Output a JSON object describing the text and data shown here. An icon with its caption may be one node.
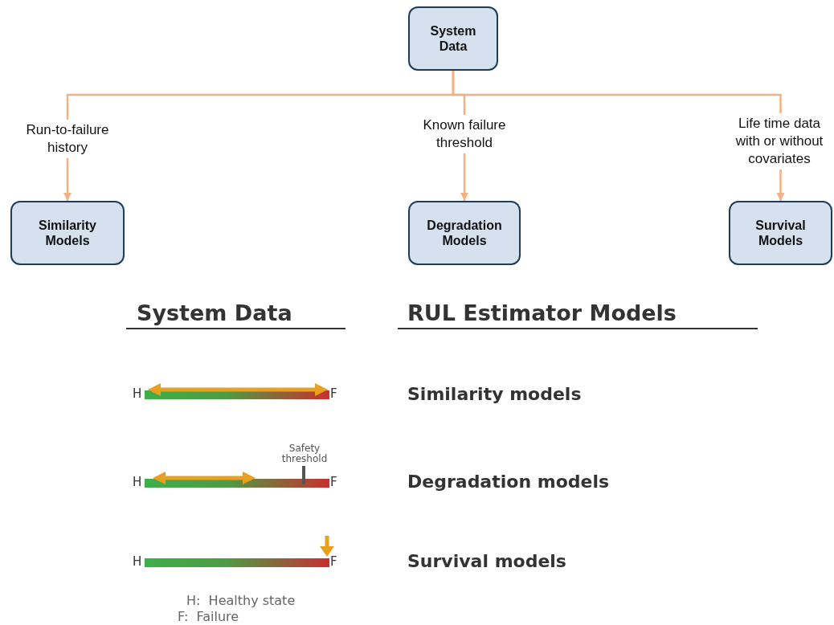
{
  "diagram": {
    "nodes": [
      {
        "text": [
          "System Data"
        ]
      },
      {
        "text": [
          "Similarity Models"
        ]
      },
      {
        "text": [
          "Degradation Models"
        ]
      },
      {
        "text": [
          "Survival Models"
        ]
      }
    ],
    "edges": [
      {
        "from": 0,
        "to": 1,
        "arrow": "to",
        "label": "Run-to-failure history"
      },
      {
        "from": 0,
        "to": 2,
        "arrow": "to",
        "label": "Known failure threshold"
      },
      {
        "from": 0,
        "to": 3,
        "arrow": "to",
        "label": "Life time data with or without covariates"
      }
    ],
    "labels": [
      "System Data",
      "RUL Estimator Models",
      "H",
      "F",
      "Similarity models",
      "Safety threshold",
      "H",
      "F",
      "Degradation models",
      "H",
      "F",
      "Survival models",
      "H:  Healthy state",
      "F:  Failure"
    ]
  }
}
